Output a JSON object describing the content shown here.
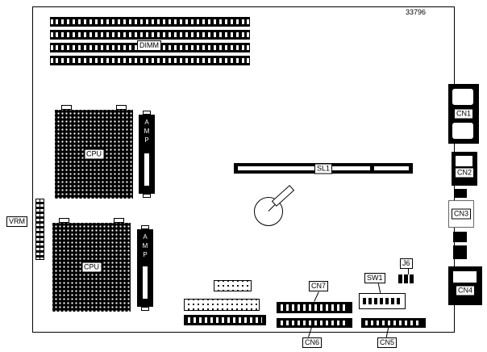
{
  "diagram": {
    "doc_number": "33796",
    "memory": {
      "dimm_label": "DIMM"
    },
    "processors": {
      "cpu1_label": "CPU",
      "cpu2_label": "CPU",
      "amp1_label": "AMP",
      "amp2_label": "AMP"
    },
    "power": {
      "vrm_label": "VRM"
    },
    "slots": {
      "sl1_label": "SL1"
    },
    "rear_io": {
      "cn1_label": "CN1",
      "cn2_label": "CN2",
      "cn3_label": "CN3",
      "cn4_label": "CN4"
    },
    "front_headers": {
      "cn5_label": "CN5",
      "cn6_label": "CN6",
      "cn7_label": "CN7",
      "sw1_label": "SW1",
      "j6_label": "J6"
    }
  }
}
